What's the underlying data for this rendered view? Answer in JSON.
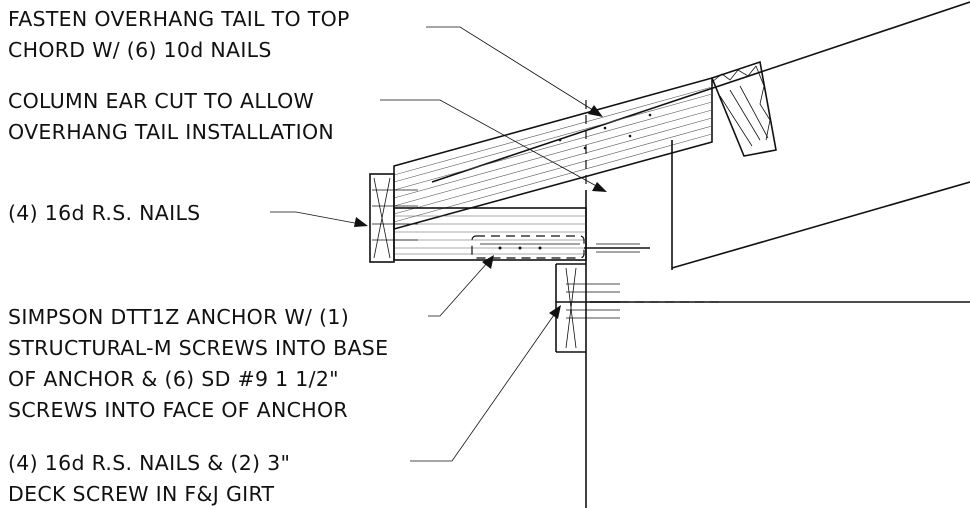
{
  "notes": [
    {
      "id": "overhang-tail",
      "lines": [
        "FASTEN OVERHANG TAIL TO TOP",
        "CHORD W/ (6) 10d NAILS"
      ]
    },
    {
      "id": "column-ear",
      "lines": [
        "COLUMN EAR CUT TO ALLOW",
        "OVERHANG TAIL INSTALLATION"
      ]
    },
    {
      "id": "rs-nails",
      "lines": [
        "(4) 16d R.S. NAILS"
      ]
    },
    {
      "id": "simpson-anchor",
      "lines": [
        "SIMPSON DTT1Z ANCHOR W/ (1)",
        "STRUCTURAL-M SCREWS INTO BASE",
        "OF ANCHOR & (6) SD #9 1 1/2\"",
        "SCREWS INTO FACE OF ANCHOR"
      ]
    },
    {
      "id": "girt-nails",
      "lines": [
        "(4) 16d R.S. NAILS & (2) 3\"",
        "DECK SCREW IN F&J GIRT"
      ]
    }
  ]
}
